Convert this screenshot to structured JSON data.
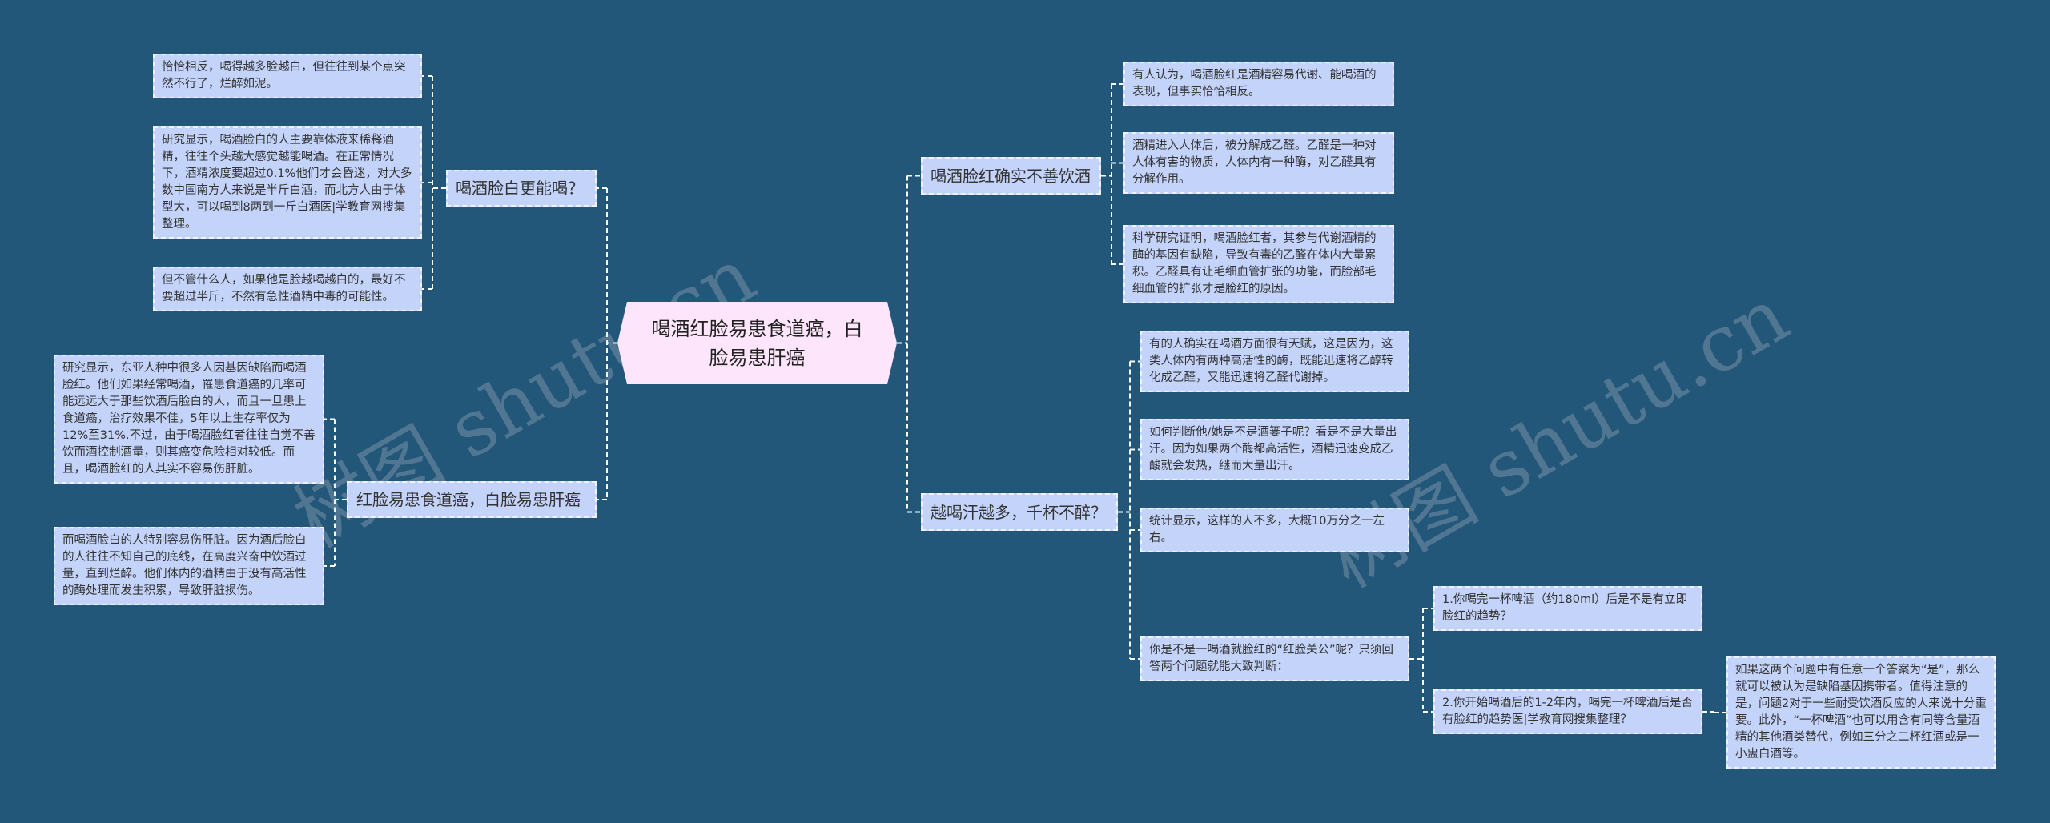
{
  "colors": {
    "background": "#23577a",
    "node_fill": "#c3d3f9",
    "center_fill": "#fde6fb",
    "connector": "#ffffff"
  },
  "watermark": "树图 shutu.cn",
  "center": "喝酒红脸易患食道癌，白脸易患肝癌",
  "left": [
    {
      "label": "喝酒脸白更能喝？",
      "children": [
        "恰恰相反，喝得越多脸越白，但往往到某个点突然不行了，烂醉如泥。",
        "研究显示，喝酒脸白的人主要靠体液来稀释酒精，往往个头越大感觉越能喝酒。在正常情况下，酒精浓度要超过0.1%他们才会昏迷，对大多数中国南方人来说是半斤白酒，而北方人由于体型大，可以喝到8两到一斤白酒医|学教育网搜集整理。",
        "但不管什么人，如果他是脸越喝越白的，最好不要超过半斤，不然有急性酒精中毒的可能性。"
      ]
    },
    {
      "label": "红脸易患食道癌，白脸易患肝癌",
      "children": [
        "研究显示，东亚人种中很多人因基因缺陷而喝酒脸红。他们如果经常喝酒，罹患食道癌的几率可能远远大于那些饮酒后脸白的人，而且一旦患上食道癌，治疗效果不佳，5年以上生存率仅为12%至31%.不过，由于喝酒脸红者往往自觉不善饮而酒控制酒量，则其癌变危险相对较低。而且，喝酒脸红的人其实不容易伤肝脏。",
        "而喝酒脸白的人特别容易伤肝脏。因为酒后脸白的人往往不知自己的底线，在高度兴奋中饮酒过量，直到烂醉。他们体内的酒精由于没有高活性的酶处理而发生积累，导致肝脏损伤。"
      ]
    }
  ],
  "right": [
    {
      "label": "喝酒脸红确实不善饮酒",
      "children": [
        "有人认为，喝酒脸红是酒精容易代谢、能喝酒的表现，但事实恰恰相反。",
        "酒精进入人体后，被分解成乙醛。乙醛是一种对人体有害的物质，人体内有一种酶，对乙醛具有分解作用。",
        "科学研究证明，喝酒脸红者，其参与代谢酒精的酶的基因有缺陷，导致有毒的乙醛在体内大量累积。乙醛具有让毛细血管扩张的功能，而脸部毛细血管的扩张才是脸红的原因。"
      ]
    },
    {
      "label": "越喝汗越多，千杯不醉？",
      "children": [
        "有的人确实在喝酒方面很有天赋，这是因为，这类人体内有两种高活性的酶，既能迅速将乙醇转化成乙醛，又能迅速将乙醛代谢掉。",
        "如何判断他/她是不是酒篓子呢？看是不是大量出汗。因为如果两个酶都高活性，酒精迅速变成乙酸就会发热，继而大量出汗。",
        "统计显示，这样的人不多，大概10万分之一左右。",
        "你是不是一喝酒就脸红的“红脸关公”呢？只须回答两个问题就能大致判断："
      ],
      "questions": [
        "1.你喝完一杯啤酒（约180ml）后是不是有立即脸红的趋势？",
        "2.你开始喝酒后的1-2年内，喝完一杯啤酒后是否有脸红的趋势医|学教育网搜集整理？"
      ],
      "note": "如果这两个问题中有任意一个答案为“是”，那么就可以被认为是缺陷基因携带者。值得注意的是，问题2对于一些耐受饮酒反应的人来说十分重要。此外，“一杯啤酒”也可以用含有同等含量酒精的其他酒类替代，例如三分之二杯红酒或是一小盅白酒等。"
    }
  ]
}
